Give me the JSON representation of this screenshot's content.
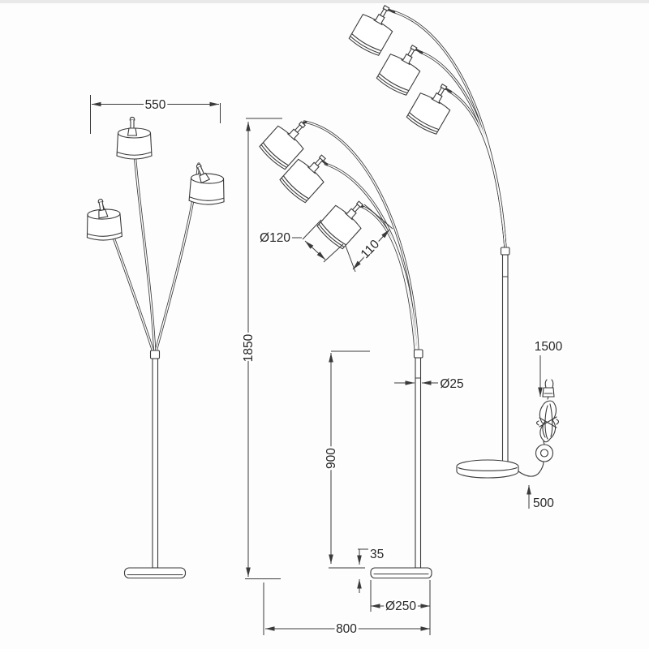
{
  "colors": {
    "line": "#3a3a3a",
    "text": "#262626",
    "background": "#fdfdfd",
    "top_strip": "#e9e9e9"
  },
  "dimensions": {
    "front_width": "550",
    "total_height": "1850",
    "shade_diameter": "Ø120",
    "shade_height": "110",
    "pole_diameter": "Ø25",
    "pole_section_height": "900",
    "base_thickness": "35",
    "base_diameter": "Ø250",
    "overall_depth": "800",
    "cord_length": "1500",
    "cord_exit_length": "500"
  }
}
